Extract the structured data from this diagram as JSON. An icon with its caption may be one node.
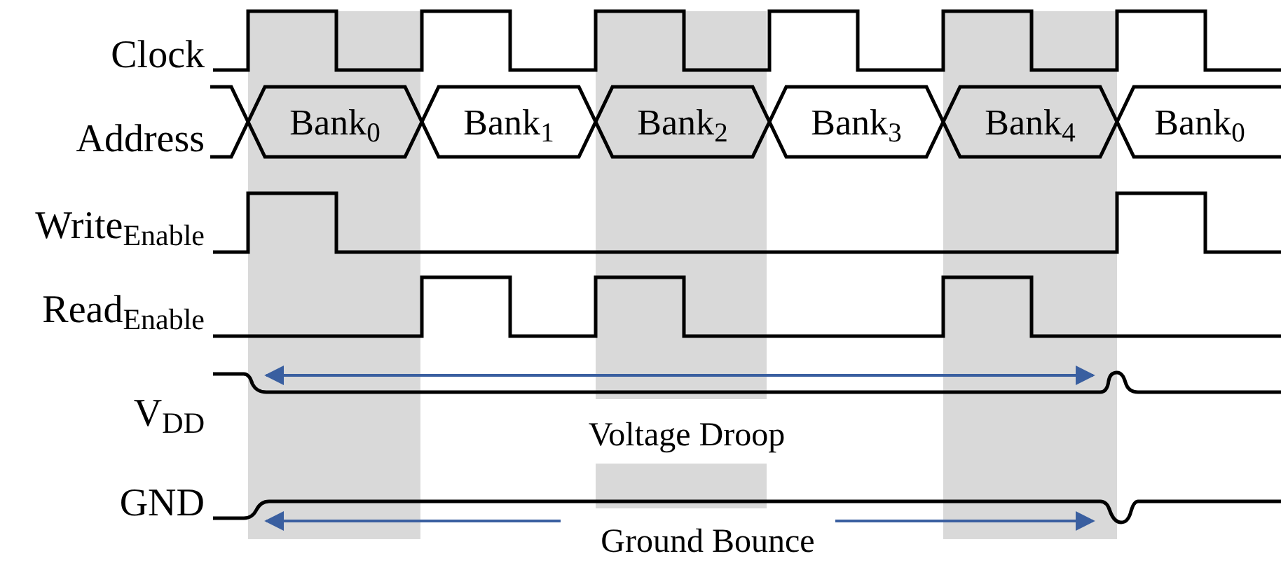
{
  "diagram": {
    "labels": [
      "Clock",
      "Address",
      "Bank$_{0}$",
      "Bank$_{1}$",
      "Bank$_{2}$",
      "Bank$_{3}$",
      "Bank$_{4}$",
      "Bank$_{0}$",
      "Write$_{Enable}$",
      "Read$_{Enable}$",
      "V$_{DD}$",
      "Voltage Droop",
      "GND",
      "Ground Bounce"
    ]
  }
}
